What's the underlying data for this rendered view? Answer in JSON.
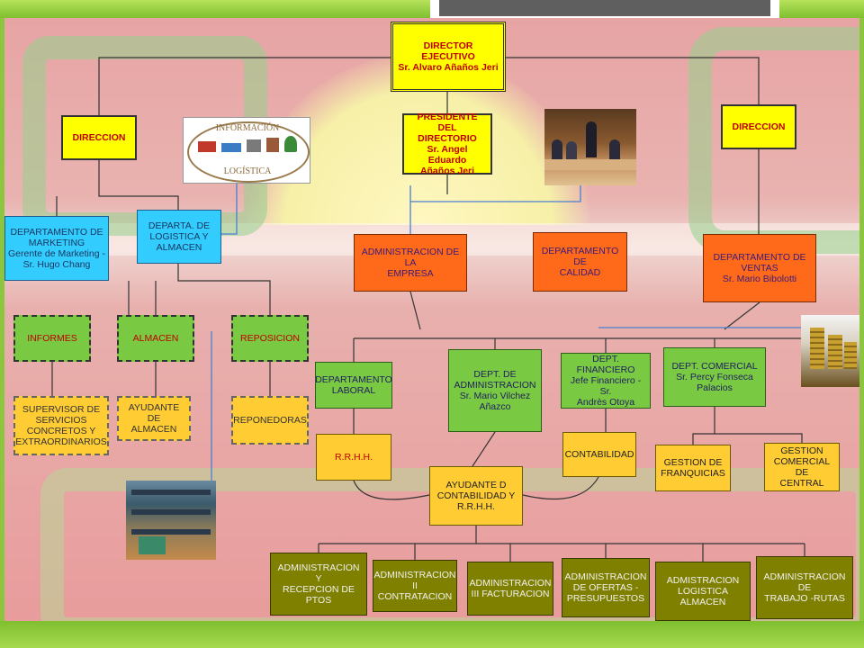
{
  "colors": {
    "dark_line": "#333333",
    "blue_line": "#4a7fd0",
    "frame_green": "#8cc63f"
  },
  "nodes": {
    "director_ejecutivo": "DIRECTOR EJECUTIVO\nSr. Alvaro Añaños Jeri",
    "direccion_left": "DIRECCION",
    "direccion_right": "DIRECCION",
    "presidente": "PRESIDENTE DEL\nDIRECTORIO\nSr. Angel Eduardo\nAñaños Jeri",
    "marketing": "DEPARTAMENTO DE\nMARKETING\nGerente de Marketing -\nSr. Hugo Chang",
    "logistica": "DEPARTA. DE\nLOGISTICA Y\nALMACEN",
    "admin_empresa": "ADMINISTRACION DE LA\nEMPRESA",
    "calidad": "DEPARTAMENTO DE\nCALIDAD",
    "ventas": "DEPARTAMENTO DE\nVENTAS\nSr. Mario Bibolotti",
    "informes": "INFORMES",
    "almacen": "ALMACEN",
    "reposicion": "REPOSICION",
    "supervisor": "SUPERVISOR DE\nSERVICIOS\nCONCRETOS Y\nEXTRAORDINARIOS",
    "ayudante_almacen": "AYUDANTE DE\nALMACEN",
    "reponedoras": "REPONEDORAS",
    "laboral": "DEPARTAMENTO\nLABORAL",
    "dept_admin": "DEPT. DE\nADMINISTRACION\nSr. Mario Vilchez\nAñazco",
    "financiero": "DEPT. FINANCIERO\nJefe Financiero - Sr.\nAndrès Otoya",
    "comercial": "DEPT. COMERCIAL\nSr. Percy Fonseca\nPalacios",
    "rrhh": "R.R.H.H.",
    "contabilidad": "CONTABILIDAD",
    "franquicias": "GESTION DE\nFRANQUICIAS",
    "comercial_central": "GESTION\nCOMERCIAL DE\nCENTRAL",
    "ayudante_contabilidad": "AYUDANTE D\nCONTABILIDAD Y\nR.R.H.H.",
    "admin_1": "ADMINISTRACION Y\nRECEPCION DE PTOS",
    "admin_2": "ADMINISTRACION\nII CONTRATACION",
    "admin_3": "ADMINISTRACION\nIII FACTURACION",
    "admin_4": "ADMINISTRACION\nDE OFERTAS -\nPRESUPUESTOS",
    "admin_5": "ADMISTRACION\nLOGISTICA ALMACEN",
    "admin_6": "ADMINISTRACION DE\nTRABAJO -RUTAS"
  },
  "logistica_logo": {
    "title": "INFORMACIÓN",
    "subtitle": "LOGÍSTICA"
  }
}
